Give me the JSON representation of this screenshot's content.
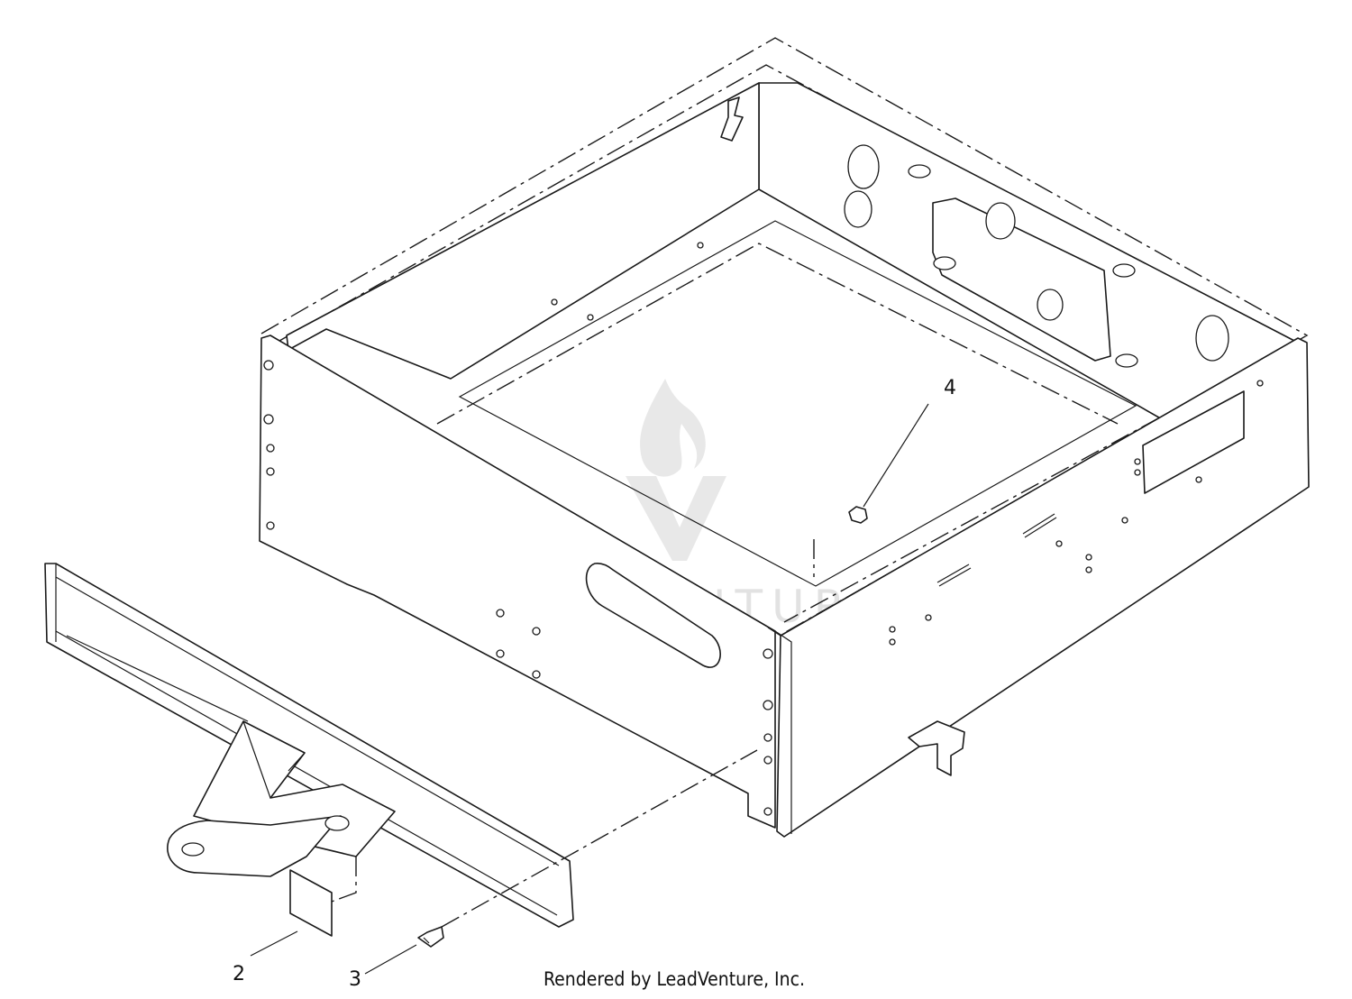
{
  "diagram": {
    "callouts": [
      {
        "id": "2",
        "label": "2"
      },
      {
        "id": "3",
        "label": "3"
      },
      {
        "id": "4",
        "label": "4"
      }
    ],
    "credit": "Rendered by LeadVenture, Inc.",
    "watermark": "LEADVENTURE"
  }
}
